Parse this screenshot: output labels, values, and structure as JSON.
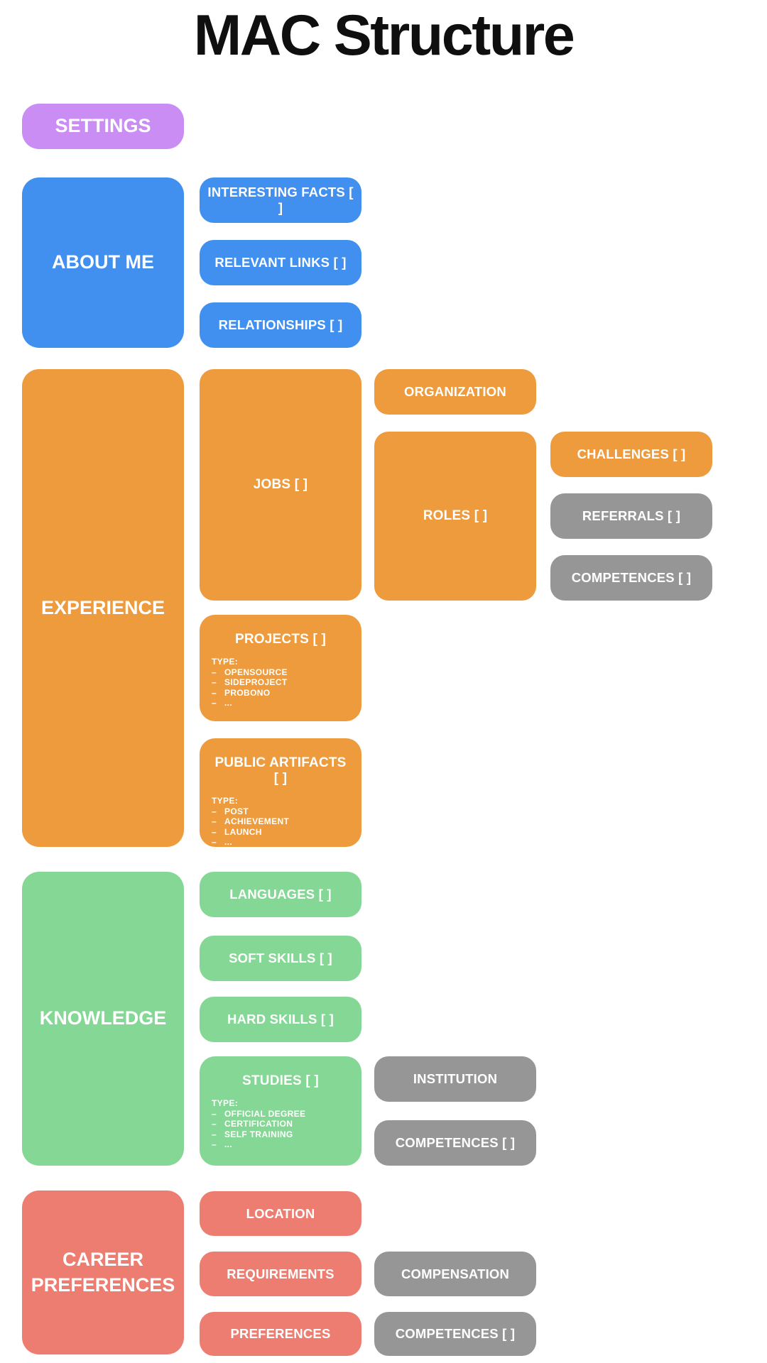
{
  "title": "MAC Structure",
  "dash": "–",
  "colors": {
    "purple": "#c98df3",
    "blue": "#4190f0",
    "orange": "#ed9b3c",
    "green": "#85d795",
    "salmon": "#ee7d71",
    "gray": "#969696"
  },
  "settings": {
    "label": "SETTINGS"
  },
  "about_me": {
    "label": "ABOUT ME",
    "interesting_facts": "INTERESTING FACTS [ ]",
    "relevant_links": "RELEVANT LINKS [ ]",
    "relationships": "RELATIONSHIPS [ ]"
  },
  "experience": {
    "label": "EXPERIENCE",
    "jobs": {
      "label": "JOBS [ ]",
      "organization": "ORGANIZATION",
      "roles": {
        "label": "ROLES [ ]",
        "challenges": "CHALLENGES [ ]",
        "referrals": "REFERRALS [ ]",
        "competences": "COMPETENCES [ ]"
      }
    },
    "projects": {
      "label": "PROJECTS [ ]",
      "type_label": "TYPE:",
      "types": [
        "OPENSOURCE",
        "SIDEPROJECT",
        "PROBONO",
        "..."
      ]
    },
    "public_artifacts": {
      "label": "PUBLIC ARTIFACTS [ ]",
      "type_label": "TYPE:",
      "types": [
        "POST",
        "ACHIEVEMENT",
        "LAUNCH",
        "..."
      ]
    }
  },
  "knowledge": {
    "label": "KNOWLEDGE",
    "languages": "LANGUAGES [ ]",
    "soft_skills": "SOFT SKILLS [ ]",
    "hard_skills": "HARD SKILLS [ ]",
    "studies": {
      "label": "STUDIES [ ]",
      "type_label": "TYPE:",
      "types": [
        "OFFICIAL DEGREE",
        "CERTIFICATION",
        "SELF TRAINING",
        "..."
      ],
      "institution": "INSTITUTION",
      "competences": "COMPETENCES [ ]"
    }
  },
  "career_preferences": {
    "label": "CAREER PREFERENCES",
    "location": "LOCATION",
    "requirements": "REQUIREMENTS",
    "preferences": "PREFERENCES",
    "compensation": "COMPENSATION",
    "competences": "COMPETENCES [ ]"
  }
}
